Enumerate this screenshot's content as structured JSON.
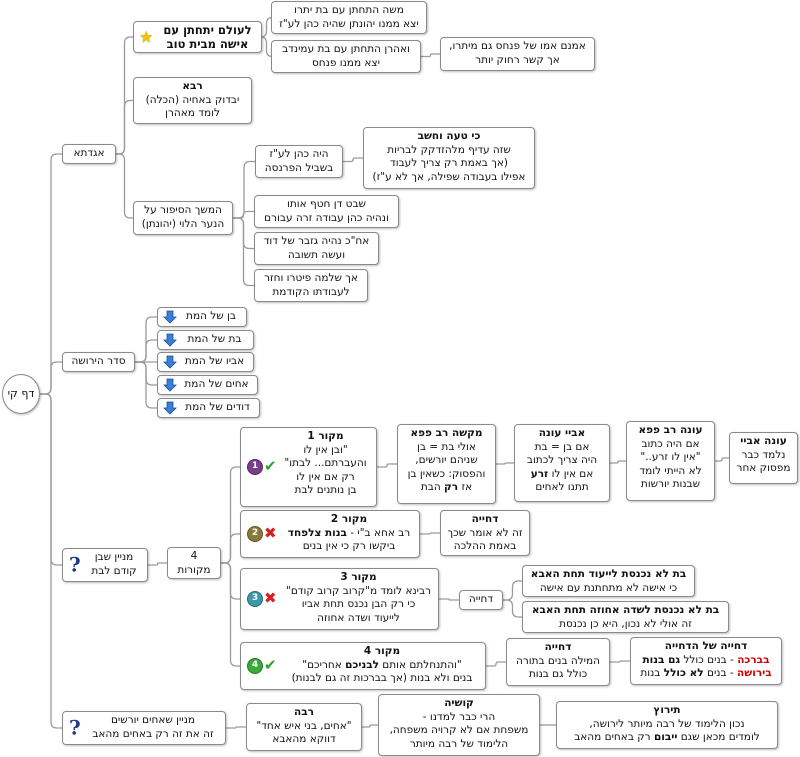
{
  "center": {
    "label": "דף קי"
  },
  "aggadta": {
    "label": "אגדתא",
    "marriage": {
      "title": "לעולם יתחתן עם",
      "line2": "אישה מבית טוב",
      "icon": "star-icon"
    },
    "moshe": {
      "lines": [
        "משה התחתן עם בת יתרו",
        "יצא ממנו יהונתן שהיה כהן לע\"ז"
      ]
    },
    "aharon": {
      "lines": [
        "ואהרן התחתן עם בת עמינדב",
        "יצא ממנו פנחס"
      ]
    },
    "pinchas": {
      "lines": [
        "אמנם אמו של פנחס גם מיתרו,",
        "אך קשר רחוק יותר"
      ]
    },
    "rava": {
      "title": "רבא",
      "lines": [
        "יבדוק באחיה  (הכלה)",
        "לומד מאהרן"
      ]
    },
    "continuation": {
      "lines": [
        "המשך הסיפור על",
        "הנער הלוי (יהונתן)"
      ]
    },
    "kohen": {
      "lines": [
        "היה כהן לע\"ז",
        "בשביל הפרנסה"
      ]
    },
    "mistake": {
      "title": "כי טעה וחשב",
      "lines": [
        "שזה עדיף מלהזדקק לבריות",
        "(אך באמת רק צריך לעבוד",
        "אפילו בעבודה שפילה, אך לא ע\"ז)"
      ]
    },
    "dan": {
      "lines": [
        "שבט דן חטף אותו",
        "ונהיה כהן עבודה זרה עבורם"
      ]
    },
    "david": {
      "lines": [
        "אח\"כ נהיה גזבר של דוד",
        "ועשה תשובה"
      ]
    },
    "shlomo": {
      "lines": [
        "אך שלמה פיטרו וחזר",
        "לעבודתו הקודמת"
      ]
    }
  },
  "inheritance": {
    "label": "סדר הירושה",
    "items": [
      "בן של המת",
      "בת של המת",
      "אביו של המת",
      "אחים של המת",
      "דודים של המת"
    ],
    "icon": "arrow-down-icon"
  },
  "son_first": {
    "label": [
      "מניין שבן",
      "קודם לבת"
    ],
    "icon": "question-mark-icon",
    "sources_hub": {
      "lines": [
        "4",
        "מקורות"
      ]
    },
    "source1": {
      "title": "מקור 1",
      "lines": [
        "\"ובן אין לו",
        "והעברתם... לבתו\"",
        "רק אם אין לו",
        "בן נותנים לבת"
      ],
      "status": "check",
      "number": "1"
    },
    "papa_q": {
      "title": "מקשה רב פפא",
      "lines": [
        "אולי  בת = בן",
        "שניהם יורשים,",
        "והפסוק: כשאין בן",
        "אז רק הבת"
      ],
      "bold_word": "רק"
    },
    "abaye1": {
      "title": "אביי עונה",
      "lines": [
        "אם בן = בת",
        "היה צריך לכתוב",
        "אם אין לו זרע",
        "תתנו לאחים"
      ],
      "bold_word": "זרע"
    },
    "papa_ans": {
      "title": "עונה רב פפא",
      "lines": [
        "אם היה כתוב",
        "\"אין לו זרע..\"",
        "לא הייתי לומד",
        "שבנות יורשות"
      ]
    },
    "abaye2": {
      "title": "עונה אביי",
      "lines": [
        "נלמד כבר",
        "מפסוק אחר"
      ]
    },
    "source2": {
      "title": "מקור 2",
      "line1": "רב אחא ב\"י - ",
      "line1_bold": "בנות צלפחד",
      "line2": "ביקשו רק כי אין בנים",
      "status": "cross",
      "number": "2"
    },
    "rej2": {
      "title": "דחייה",
      "lines": [
        "זה לא אומר שכך",
        "באמת ההלכה"
      ]
    },
    "source3": {
      "title": "מקור 3",
      "lines": [
        "רבינא לומד מ\"קרוב קרוב קודם\"",
        "כי רק הבן נכנס תחת אביו",
        "לייעוד ושדה אחוזה"
      ],
      "status": "cross",
      "number": "3"
    },
    "rej3": {
      "title": "דחייה"
    },
    "rej3a": {
      "title": "בת לא נכנסת לייעוד תחת האבא",
      "line": "כי אישה לא מתחתנת עם אישה"
    },
    "rej3b": {
      "title": "בת לא נכנסת לשדה אחוזה תחת האבא",
      "line": "זה אולי לא נכון, היא כן נכנסת"
    },
    "source4": {
      "title": "מקור 4",
      "line1": "\"והתנחלתם אותם ",
      "line1_bold": "לבניכם",
      "line1_end": " אחריכם\"",
      "line2": "בנים ולא בנות (אך בברכות זה גם לבנות)",
      "status": "check",
      "number": "4"
    },
    "rej4": {
      "title": "דחייה",
      "lines": [
        "המילה בנים בתורה",
        "כולל גם בנות"
      ]
    },
    "rej4b": {
      "title": "דחייה של הדחייה",
      "line1_red": "בברכה",
      "line1": " - בנים כולל ",
      "line1_bold": "גם בנות",
      "line2_red": "בירושה",
      "line2": " - בנים ",
      "line2_bold": "לא כולל",
      "line2_end": " בנות"
    }
  },
  "brothers": {
    "label": [
      "מניין שאחים יורשים",
      "זה את זה רק באחים מהאב"
    ],
    "icon": "question-mark-icon",
    "rava": {
      "title": "רבה",
      "lines": [
        "\"אחים, בני איש אחד\"",
        "דווקא מהאבא"
      ]
    },
    "kushya": {
      "title": "קושיה",
      "lines": [
        "הרי כבר למדנו -",
        "משפחת אם לא קרויה משפחה,",
        "הלימוד של רבה מיותר"
      ]
    },
    "teiruts": {
      "title": "תירוץ",
      "line1": "נכון הלימוד של רבה מיותר לירושה,",
      "line2a": "לומדים מכאן שגם ",
      "line2_bold": "ייבום",
      "line2b": " רק באחים מהאב"
    }
  },
  "colors": {
    "line": "#9a9a9a",
    "node_border": "#8a8a8a",
    "check": "#2ea02e",
    "cross": "#d62020",
    "star": "#f2c200",
    "arrow": "#3b7fd6",
    "question": "#1f3a8a",
    "red_text": "#cc0000",
    "num1": "#7a3d8a",
    "num2": "#8a7a3a",
    "num3": "#3a9aaa",
    "num4": "#3aaa3a"
  }
}
